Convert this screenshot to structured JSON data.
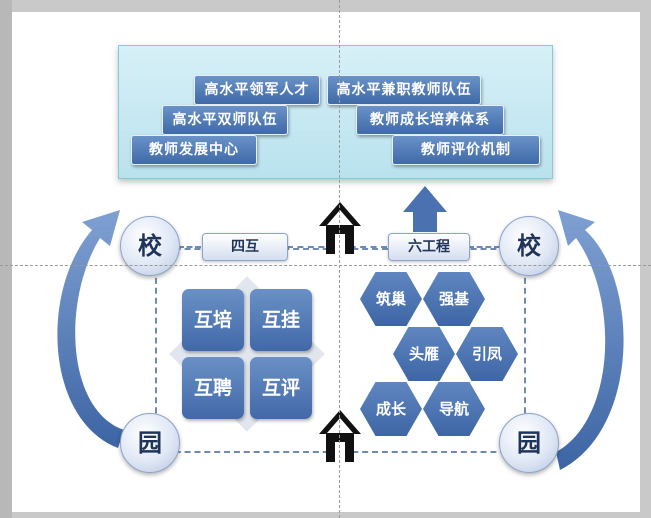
{
  "top_panel": {
    "left_tags": [
      "高水平领军人才",
      "高水平双师队伍",
      "教师发展中心"
    ],
    "right_tags": [
      "高水平兼职教师队伍",
      "教师成长培养体系",
      "教师评价机制"
    ]
  },
  "nodes": {
    "top_left": "校",
    "top_right": "校",
    "bottom_left": "园",
    "bottom_right": "园"
  },
  "labels": {
    "left": "四互",
    "right": "六工程"
  },
  "four_mutual": [
    "互培",
    "互挂",
    "互聘",
    "互评"
  ],
  "six_projects": [
    "筑巢",
    "强基",
    "头雁",
    "引凤",
    "成长",
    "导航"
  ],
  "icons": [
    "house-icon",
    "up-arrow-icon",
    "curved-arrow-icon"
  ],
  "colors": {
    "primary": "#4a72b0",
    "panel": "#c7e8f2",
    "frame": "#6f8bb5"
  }
}
